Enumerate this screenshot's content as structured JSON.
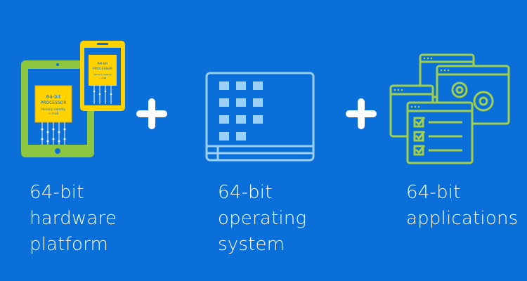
{
  "colors": {
    "background": "#0a6fd8",
    "hardware_green": "#8dc63f",
    "chip_yellow": "#ffd200",
    "os_light_blue": "#9ad0f5",
    "apps_green": "#a3d04a",
    "plus_white": "#ffffff"
  },
  "items": [
    {
      "icon": "tablet-phone-processor-icon",
      "chip_main_lines": [
        "64-bit",
        "PROCESSOR",
        "Memory capacity",
        "> 4 GB"
      ],
      "chip_small_lines": [
        "64-bit",
        "PROCESSOR",
        "Memory capacity",
        "> 4 GB"
      ],
      "caption_lines": [
        "64-bit",
        "hardware",
        "platform"
      ]
    },
    {
      "icon": "operating-system-window-icon",
      "caption_lines": [
        "64-bit",
        "operating",
        "system"
      ]
    },
    {
      "icon": "application-windows-gears-checklist-icon",
      "caption_lines": [
        "64-bit",
        "applications"
      ]
    }
  ],
  "connectors": [
    "plus-icon",
    "plus-icon"
  ]
}
